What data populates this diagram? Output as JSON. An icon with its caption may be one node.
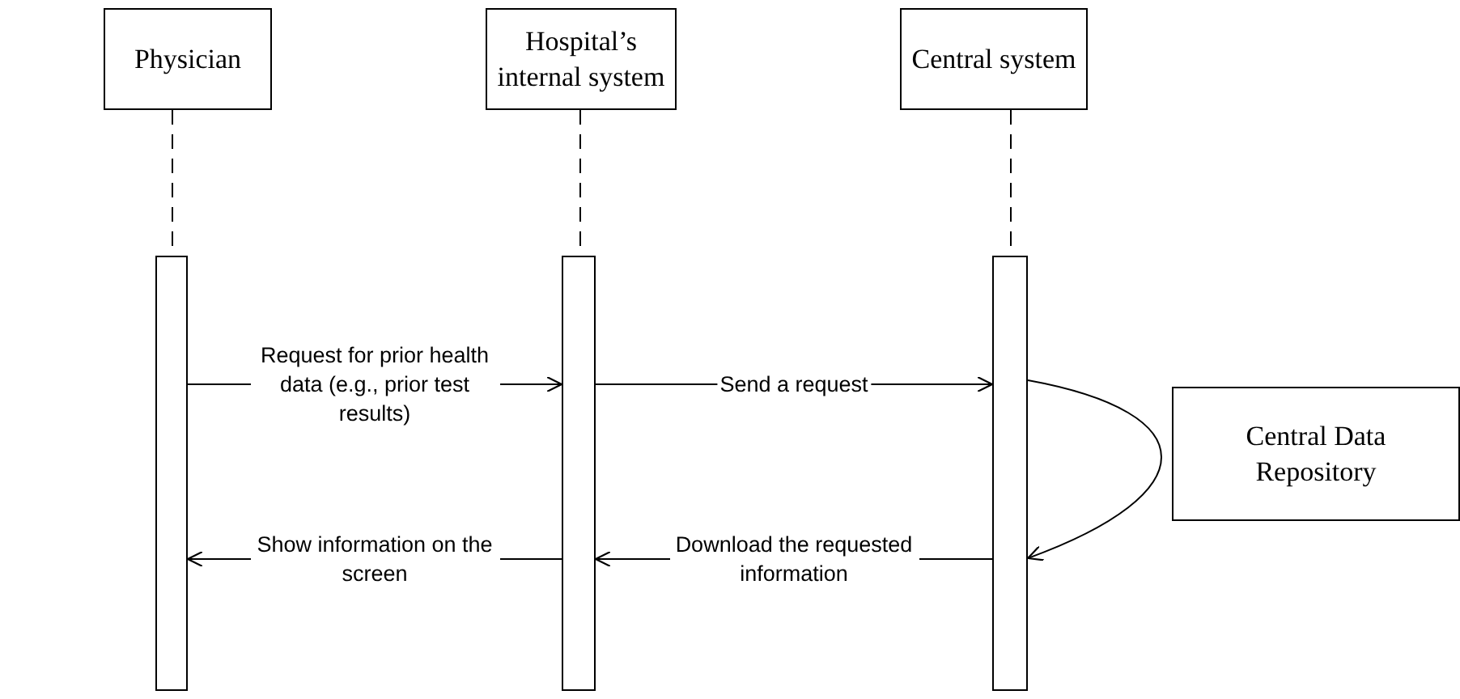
{
  "diagram": {
    "nodes": [
      {
        "text": [
          "Physician"
        ]
      },
      {
        "text": [
          "Hospital’s internal system"
        ]
      },
      {
        "text": [
          "Central system"
        ]
      },
      {
        "text": [
          "Central Data Repository"
        ]
      },
      {
        "text": [],
        "shape": "bar"
      },
      {
        "text": [],
        "shape": "bar"
      },
      {
        "text": [],
        "shape": "bar"
      }
    ],
    "edges": [
      {
        "from": 0,
        "to": 4,
        "arrow": "none",
        "style": "dashed"
      },
      {
        "from": 1,
        "to": 5,
        "arrow": "none",
        "style": "dashed"
      },
      {
        "from": 2,
        "to": 6,
        "arrow": "none",
        "style": "dashed"
      },
      {
        "from": 4,
        "to": 5,
        "arrow": "to",
        "label": "Request for prior health data (e.g., prior test results)"
      },
      {
        "from": 5,
        "to": 6,
        "arrow": "to",
        "label": "Send a request"
      },
      {
        "from": 6,
        "to": 6,
        "arrow": "to"
      },
      {
        "from": 6,
        "to": 5,
        "arrow": "to",
        "label": "Download the requested information"
      },
      {
        "from": 5,
        "to": 4,
        "arrow": "to",
        "label": "Show information on the screen"
      }
    ]
  }
}
